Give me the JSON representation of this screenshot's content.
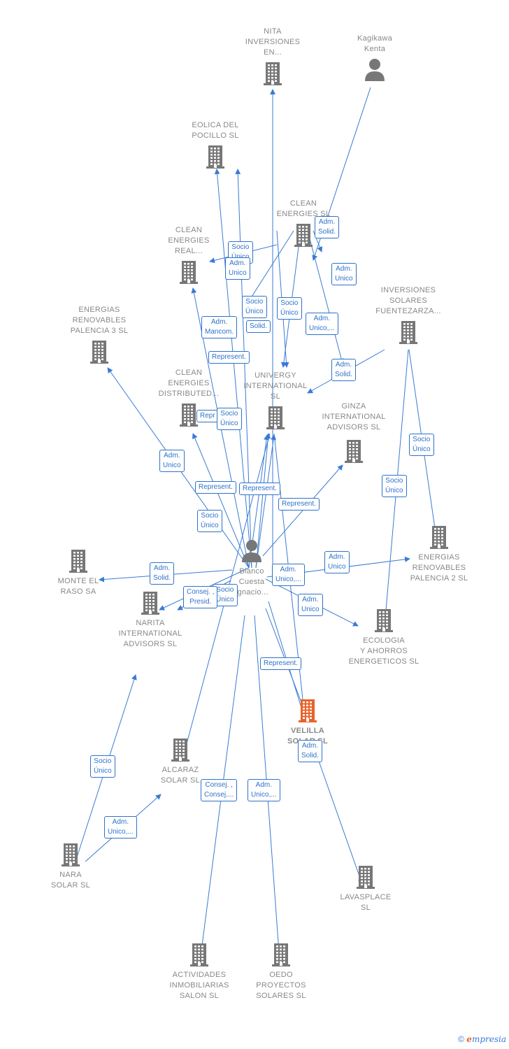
{
  "colors": {
    "edge": "#3a7bd5",
    "node": "#777777",
    "focus": "#e8632b",
    "label": "#888888"
  },
  "nodes": [
    {
      "id": "nita",
      "label": "NITA\nINVERSIONES\nEN...",
      "kind": "company",
      "icon": "building-icon"
    },
    {
      "id": "kagikawa",
      "label": "Kagikawa\nKenta",
      "kind": "person",
      "icon": "person-icon"
    },
    {
      "id": "eolica",
      "label": "EOLICA DEL\nPOCILLO SL",
      "kind": "company",
      "icon": "building-icon"
    },
    {
      "id": "clean_energies",
      "label": "CLEAN\nENERGIES SL",
      "kind": "company",
      "icon": "building-icon"
    },
    {
      "id": "clean_real",
      "label": "CLEAN\nENERGIES\nREAL...",
      "kind": "company",
      "icon": "building-icon"
    },
    {
      "id": "inv_solares",
      "label": "INVERSIONES\nSOLARES\nFUENTEZARZA...",
      "kind": "company",
      "icon": "building-icon"
    },
    {
      "id": "er_palencia3",
      "label": "ENERGIAS\nRENOVABLES\nPALENCIA 3 SL",
      "kind": "company",
      "icon": "building-icon"
    },
    {
      "id": "clean_distributed",
      "label": "CLEAN\nENERGIES\nDISTRIBUTED...",
      "kind": "company",
      "icon": "building-icon"
    },
    {
      "id": "univergy",
      "label": "UNIVERGY\nINTERNATIONAL\nSL",
      "kind": "company",
      "icon": "building-icon"
    },
    {
      "id": "ginza",
      "label": "GINZA\nINTERNATIONAL\nADVISORS  SL",
      "kind": "company",
      "icon": "building-icon"
    },
    {
      "id": "er_palencia2",
      "label": "ENERGIAS\nRENOVABLES\nPALENCIA 2 SL",
      "kind": "company",
      "icon": "building-icon"
    },
    {
      "id": "monte",
      "label": "MONTE EL\nRASO SA",
      "kind": "company",
      "icon": "building-icon"
    },
    {
      "id": "blanco",
      "label": "Blanco\nCuesta\nIgnacio...",
      "kind": "person",
      "icon": "person-icon"
    },
    {
      "id": "narita",
      "label": "NARITA\nINTERNATIONAL\nADVISORS  SL",
      "kind": "company",
      "icon": "building-icon"
    },
    {
      "id": "ecologia",
      "label": "ECOLOGIA\nY AHORROS\nENERGETICOS SL",
      "kind": "company",
      "icon": "building-icon"
    },
    {
      "id": "velilla",
      "label": "VELILLA\nSOLAR  SL",
      "kind": "focus",
      "icon": "building-icon"
    },
    {
      "id": "alcaraz",
      "label": "ALCARAZ\nSOLAR SL",
      "kind": "company",
      "icon": "building-icon"
    },
    {
      "id": "nara",
      "label": "NARA\nSOLAR  SL",
      "kind": "company",
      "icon": "building-icon"
    },
    {
      "id": "lavasplace",
      "label": "LAVASPLACE\nSL",
      "kind": "company",
      "icon": "building-icon"
    },
    {
      "id": "actividades",
      "label": "ACTIVIDADES\nINMOBILIARIAS\nSALON SL",
      "kind": "company",
      "icon": "building-icon"
    },
    {
      "id": "oedo",
      "label": "OEDO\nPROYECTOS\nSOLARES  SL",
      "kind": "company",
      "icon": "building-icon"
    }
  ],
  "edge_labels": [
    {
      "id": "e1",
      "text": "Adm.\nSolid."
    },
    {
      "id": "e2",
      "text": "Socio\nÚnico"
    },
    {
      "id": "e3",
      "text": "Adm.\nUnico"
    },
    {
      "id": "e4",
      "text": "Adm.\nUnico"
    },
    {
      "id": "e5",
      "text": "Socio\nÚnico"
    },
    {
      "id": "e6",
      "text": "Socio\nÚnico"
    },
    {
      "id": "e7",
      "text": "Adm.\nMancom."
    },
    {
      "id": "e8",
      "text": "Solid."
    },
    {
      "id": "e9",
      "text": "Adm.\nUnico,..."
    },
    {
      "id": "e10",
      "text": "Represent."
    },
    {
      "id": "e11",
      "text": "Adm.\nSolid."
    },
    {
      "id": "e12",
      "text": "Repr"
    },
    {
      "id": "e13",
      "text": "Socio\nÚnico"
    },
    {
      "id": "e14",
      "text": "Adm.\nUnico"
    },
    {
      "id": "e15",
      "text": "Socio\nÚnico"
    },
    {
      "id": "e16",
      "text": "Represent."
    },
    {
      "id": "e17",
      "text": "Represent."
    },
    {
      "id": "e18",
      "text": "Represent."
    },
    {
      "id": "e19",
      "text": "Socio\nÚnico"
    },
    {
      "id": "e20",
      "text": "Socio\nÚnico"
    },
    {
      "id": "e21",
      "text": "Adm.\nUnico"
    },
    {
      "id": "e22",
      "text": "Adm.\nSolid."
    },
    {
      "id": "e23",
      "text": "Adm.\nUnico,..."
    },
    {
      "id": "e24",
      "text": "Socio\nÚnico"
    },
    {
      "id": "e25",
      "text": "Consej. ,\nPresid."
    },
    {
      "id": "e26",
      "text": "Adm.\nUnico"
    },
    {
      "id": "e27",
      "text": "Represent."
    },
    {
      "id": "e28",
      "text": "Adm.\nSolid."
    },
    {
      "id": "e29",
      "text": "Socio\nÚnico"
    },
    {
      "id": "e30",
      "text": "Consej. ,\nConsej...."
    },
    {
      "id": "e31",
      "text": "Adm.\nUnico,..."
    },
    {
      "id": "e32",
      "text": "Adm.\nUnico,..."
    }
  ],
  "footer": {
    "copyright": "©",
    "brand_e": "e",
    "brand_rest": "mpresia"
  }
}
